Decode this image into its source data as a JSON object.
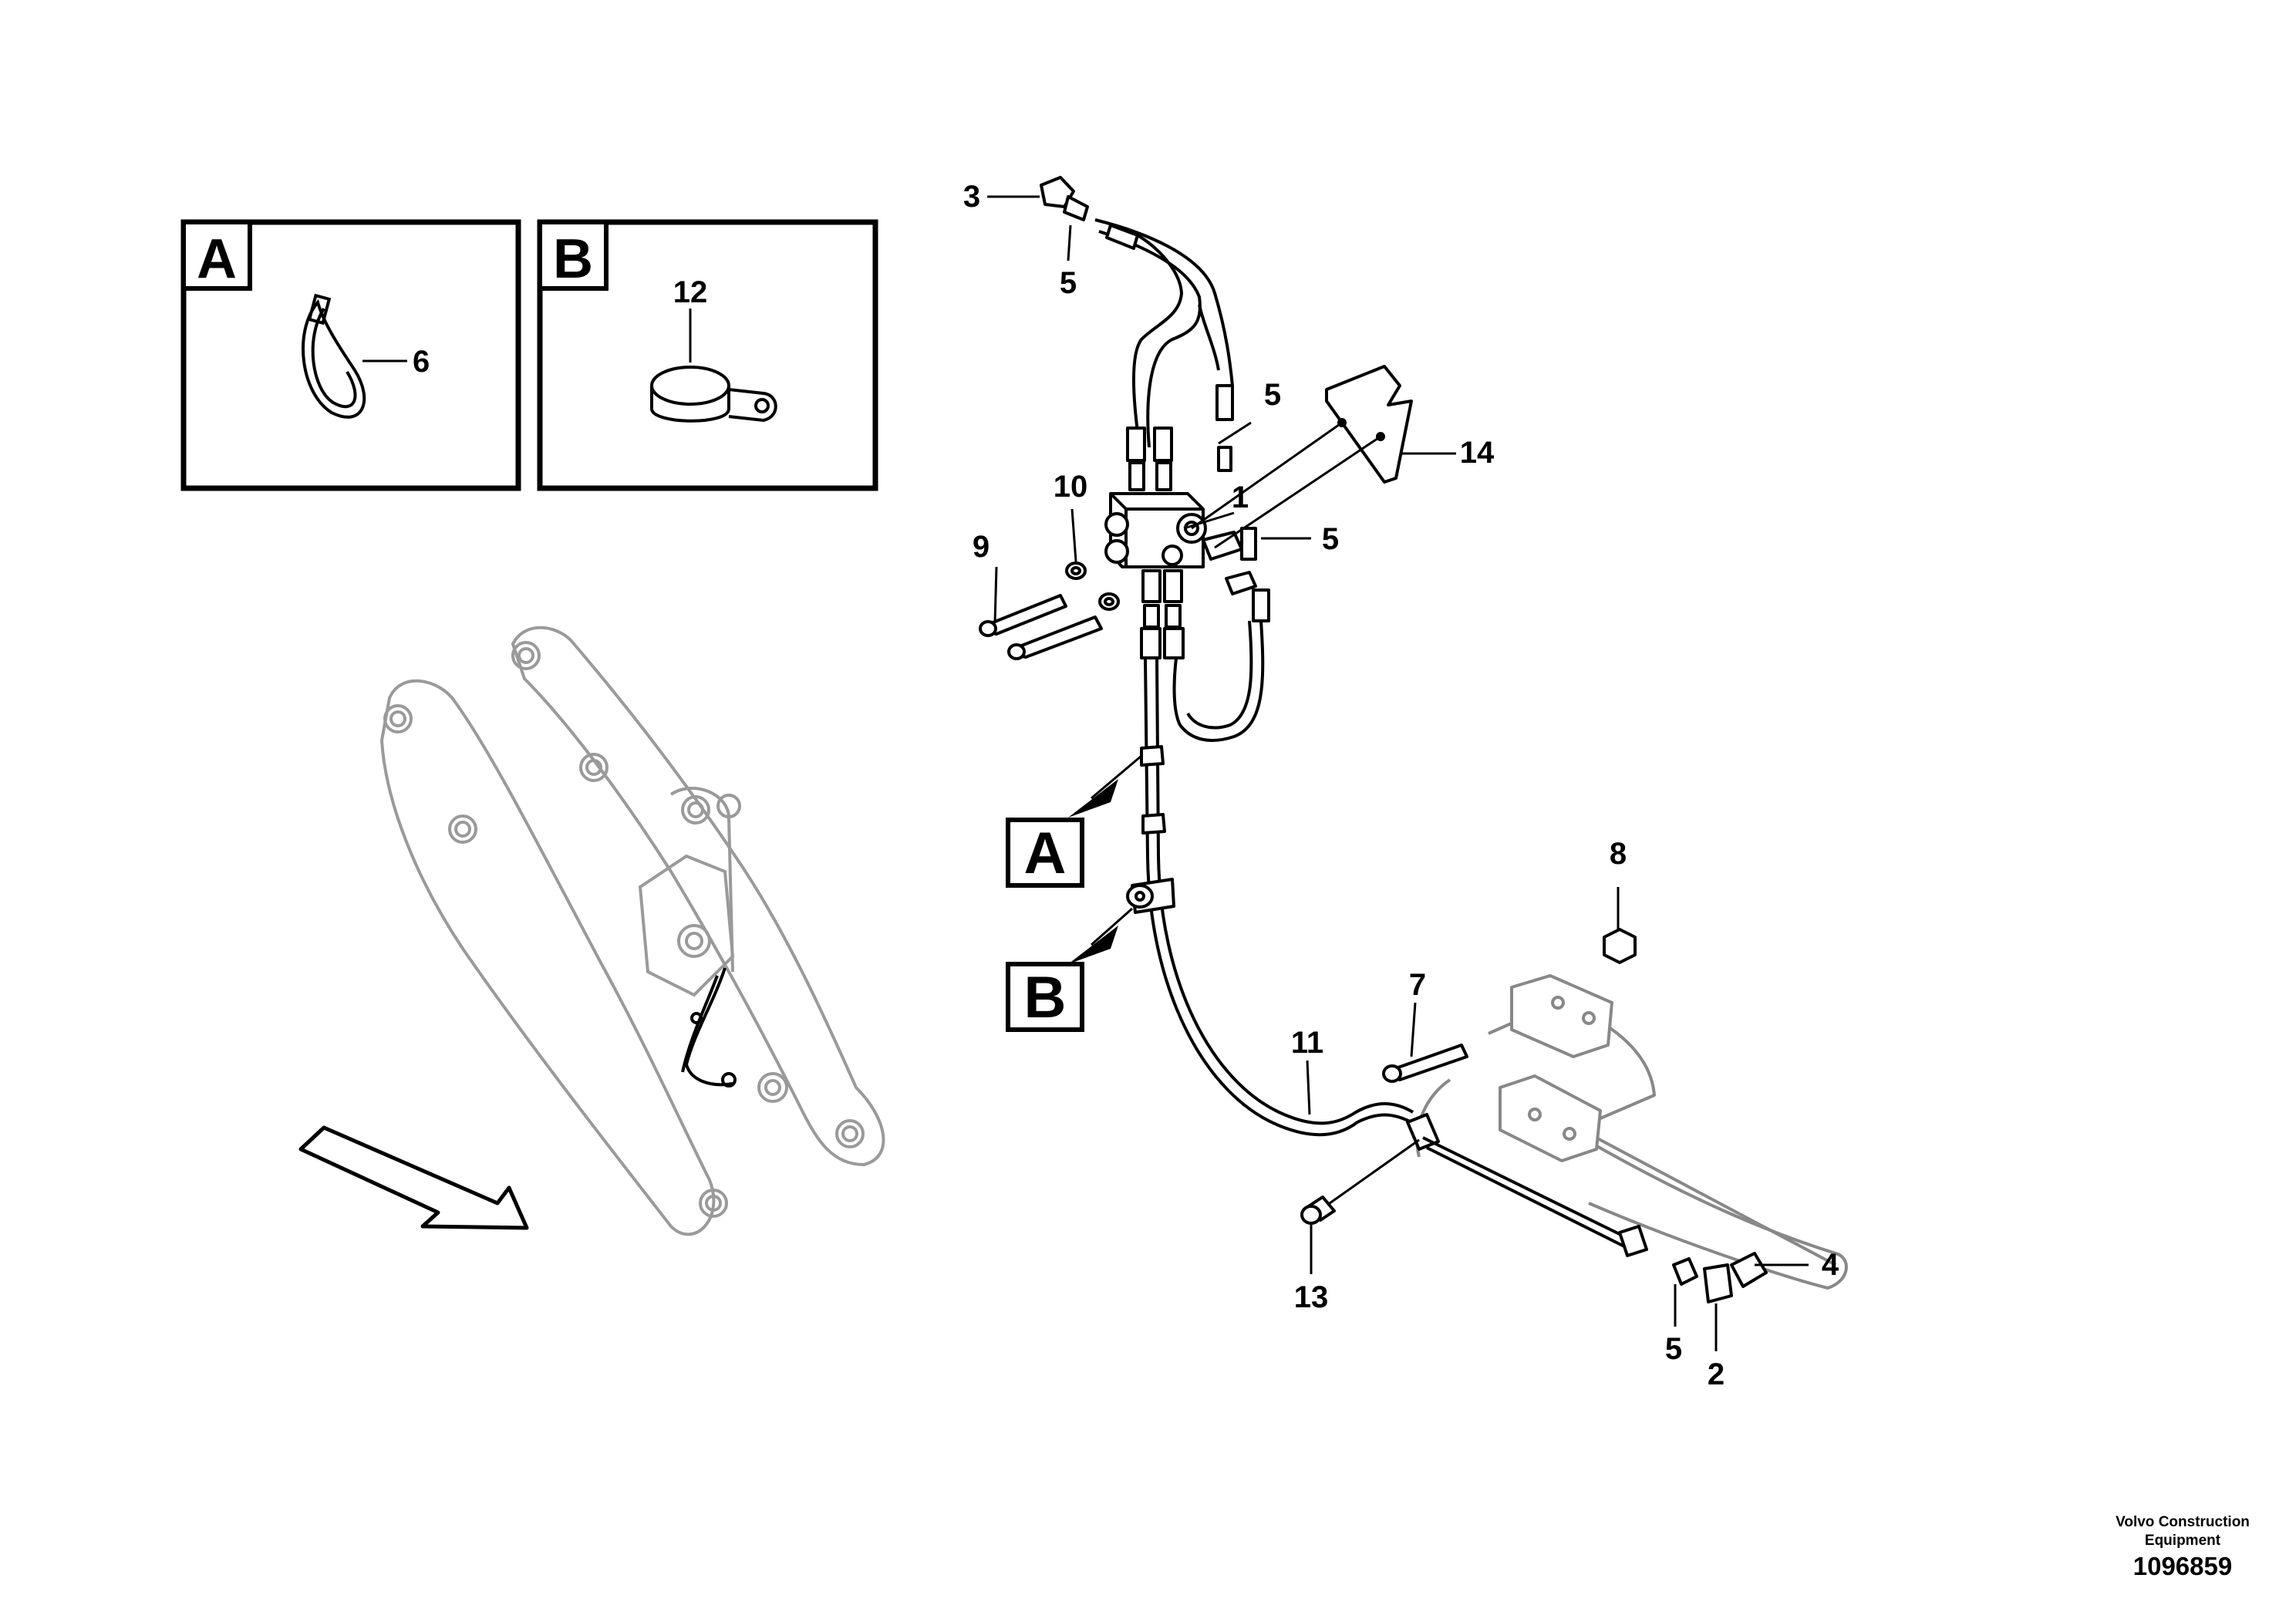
{
  "insets": [
    {
      "letter": "A",
      "part_label": "6"
    },
    {
      "letter": "B",
      "part_label": "12"
    }
  ],
  "callout_letters": [
    "A",
    "B"
  ],
  "part_labels": {
    "p3": "3",
    "p5a": "5",
    "p5b": "5",
    "p14": "14",
    "p10": "10",
    "p1": "1",
    "p5c": "5",
    "p9": "9",
    "p8": "8",
    "p7": "7",
    "p11": "11",
    "p4": "4",
    "p13": "13",
    "p5d": "5",
    "p2": "2"
  },
  "footer": {
    "company_line1": "Volvo Construction",
    "company_line2": "Equipment",
    "drawing_number": "1096859"
  },
  "colors": {
    "line": "#000000",
    "ghost": "#9a9a9a",
    "background": "#ffffff"
  },
  "icons": [
    "direction-arrow-icon",
    "cable-tie-icon",
    "hose-clamp-icon"
  ]
}
